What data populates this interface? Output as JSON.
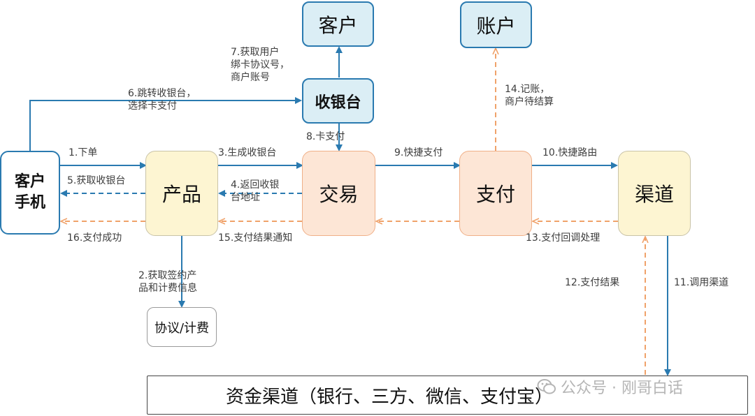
{
  "nodes": {
    "customer": "客户",
    "account": "账户",
    "cashier": "收银台",
    "phone": "客户\n手机",
    "product": "产品",
    "trade": "交易",
    "payment": "支付",
    "channel": "渠道",
    "contract": "协议/计费",
    "funds": "资金渠道（银行、三方、微信、支付宝）"
  },
  "edges": {
    "e1": "1.下单",
    "e2": "2.获取签约产\n品和计费信息",
    "e3": "3.生成收银台",
    "e4": "4.返回收银\n台地址",
    "e5": "5.获取收银台",
    "e6": "6.跳转收银台，\n选择卡支付",
    "e7": "7.获取用户\n绑卡协议号，\n商户账号",
    "e8": "8.卡支付",
    "e9": "9.快捷支付",
    "e10": "10.快捷路由",
    "e11": "11.调用渠道",
    "e12": "12.支付结果",
    "e13": "13.支付回调处理",
    "e14": "14.记账，\n商户待结算",
    "e15": "15.支付结果通知",
    "e16": "16.支付成功"
  },
  "watermark": "公众号 · 刚哥白话",
  "colors": {
    "solid_arrow": "#2a7ab0",
    "dashed_arrow_orange": "#f0a26a",
    "dashed_arrow_blue": "#2a7ab0",
    "blue_fill": "#dbeef5",
    "yellow_fill": "#fdf5d2",
    "orange_fill": "#fde6d6"
  }
}
